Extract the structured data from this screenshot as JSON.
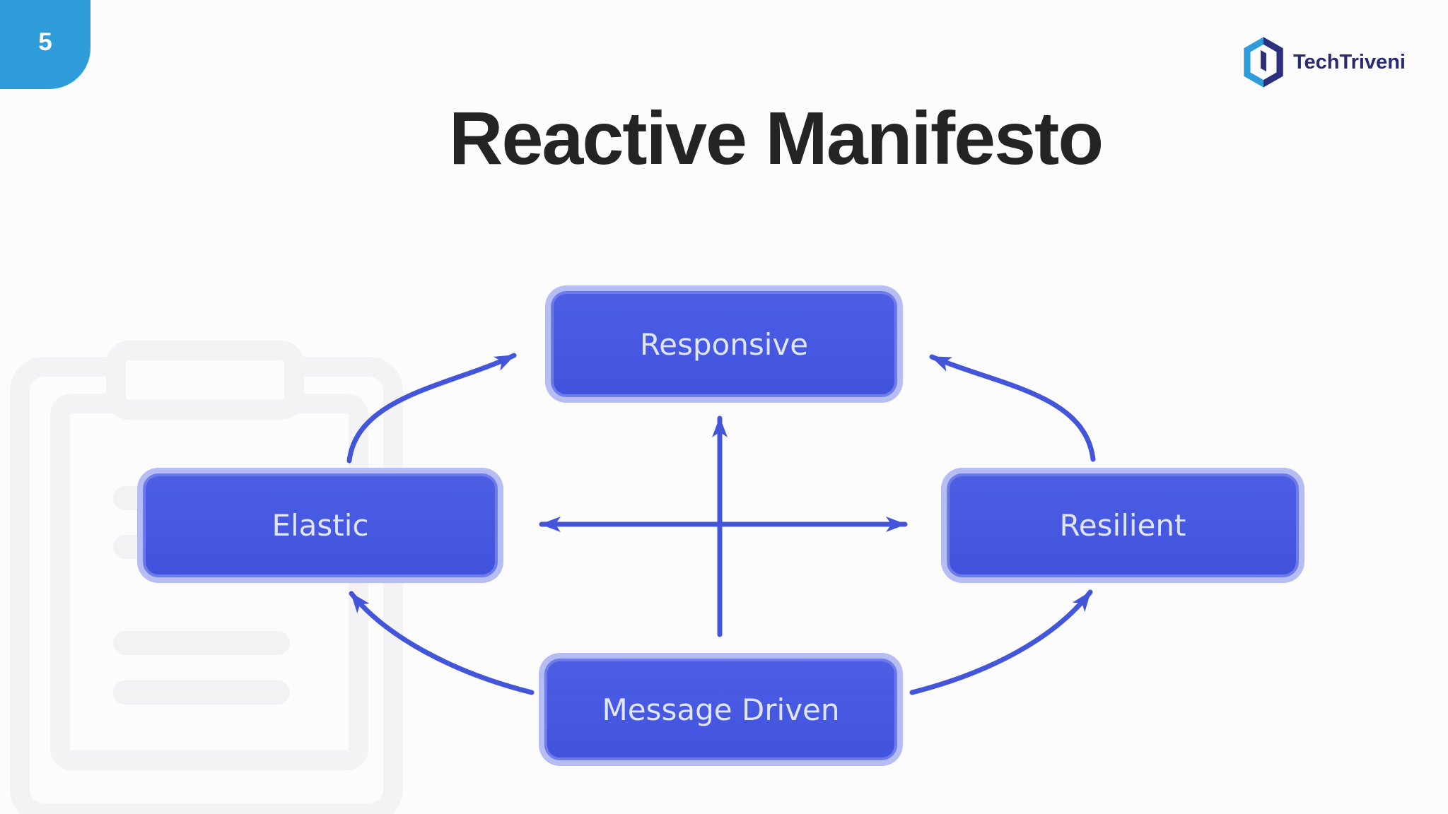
{
  "slide": {
    "page_number": "5",
    "title": "Reactive Manifesto",
    "background_color": "#fcfcfd"
  },
  "page_tab": {
    "color": "#2f9dda",
    "text_color": "#ffffff"
  },
  "brand": {
    "name": "TechTriveni",
    "logo_icon": "hexagon-cube-logo",
    "logo_light_blue": "#2e9bdb",
    "logo_indigo": "#2b2f7c",
    "text_color": "#272c70"
  },
  "watermark": {
    "icon": "document-clipboard-outline",
    "color": "#f3f3f6"
  },
  "diagram": {
    "colors": {
      "node_fill": "#4456e0",
      "node_border_outer": "#b5bdf2",
      "node_border_inner": "#6d7ce9",
      "node_text": "#dfe6fc",
      "arrow": "#4355d9"
    },
    "nodes": [
      {
        "id": "responsive",
        "label": "Responsive",
        "position": "top"
      },
      {
        "id": "elastic",
        "label": "Elastic",
        "position": "left"
      },
      {
        "id": "resilient",
        "label": "Resilient",
        "position": "right"
      },
      {
        "id": "message-driven",
        "label": "Message Driven",
        "position": "bottom"
      }
    ],
    "edges": [
      {
        "from": "elastic",
        "to": "responsive",
        "shape": "curved",
        "heads": 1
      },
      {
        "from": "resilient",
        "to": "responsive",
        "shape": "curved",
        "heads": 1
      },
      {
        "from": "message-driven",
        "to": "elastic",
        "shape": "curved",
        "heads": 1
      },
      {
        "from": "message-driven",
        "to": "resilient",
        "shape": "curved",
        "heads": 1
      },
      {
        "from": "message-driven",
        "to": "responsive",
        "shape": "straight-vertical",
        "heads": 1
      },
      {
        "from": "elastic",
        "to": "resilient",
        "shape": "straight-horizontal",
        "heads": 2
      }
    ]
  }
}
